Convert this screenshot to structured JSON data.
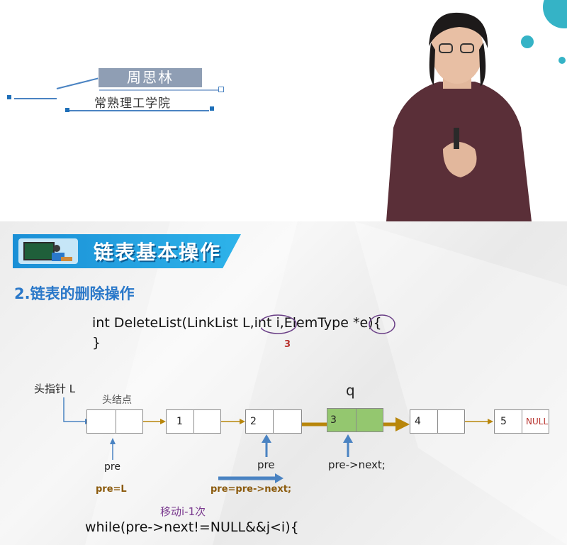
{
  "lecturer": {
    "name": "周思林",
    "school": "常熟理工学院"
  },
  "slide": {
    "banner_title": "链表基本操作",
    "section_title": "2.链表的删除操作",
    "code_signature": "int DeleteList(LinkList L,int i,ElemType *e){",
    "code_close": "}",
    "i_value": "3",
    "head_pointer_label": "头指针 L",
    "head_node_label": "头结点",
    "q_label": "q",
    "nodes": [
      {
        "value": ""
      },
      {
        "value": "1"
      },
      {
        "value": "2"
      },
      {
        "value": "3"
      },
      {
        "value": "4"
      },
      {
        "value": "5",
        "tail": "NULL"
      }
    ],
    "pre_label_1": "pre",
    "pre_assign_1": "pre=L",
    "pre_label_2": "pre",
    "pre_assign_2": "pre=pre->next;",
    "pre_next_label": "pre->next;",
    "move_note": "移动i-1次",
    "while_line": "while(pre->next!=NULL&&j<i){"
  },
  "colors": {
    "accent_blue": "#2a78c9",
    "banner_blue": "#1a8fd6",
    "arrow_gold": "#b8860b",
    "highlight_node": "#94c76f",
    "teal_circle": "#35b3c6"
  }
}
